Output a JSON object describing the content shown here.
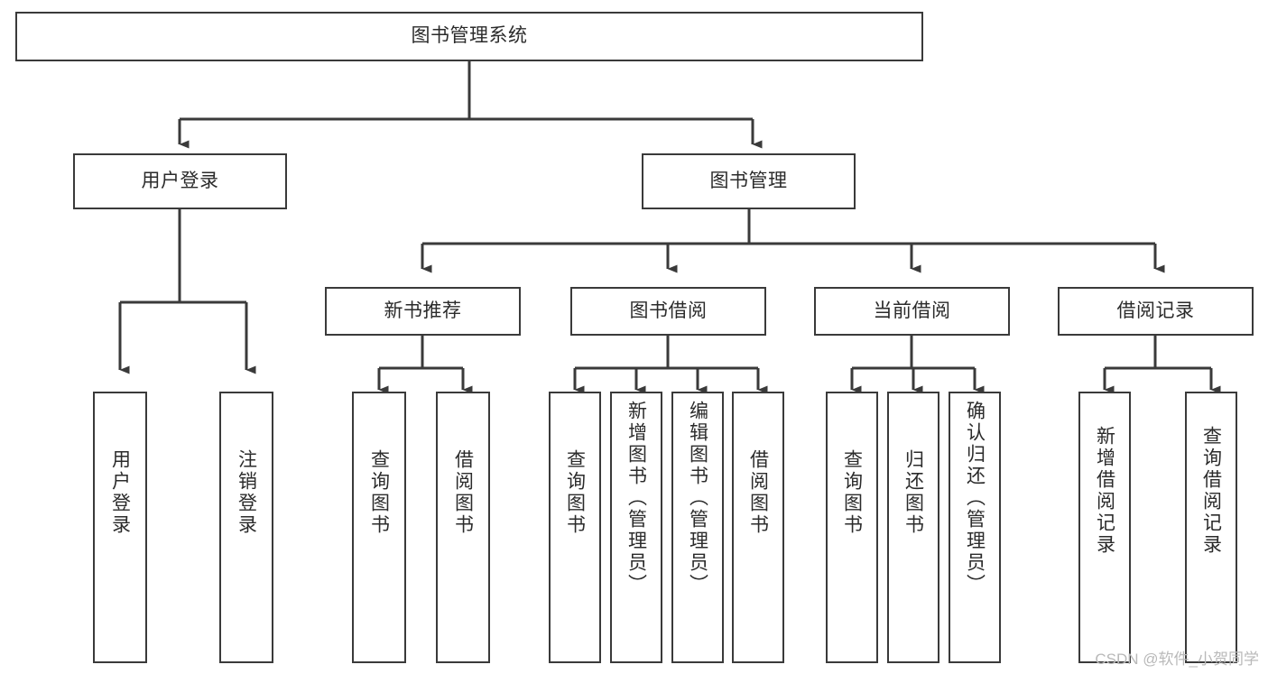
{
  "diagram": {
    "type": "tree-hierarchy",
    "title": "图书管理系统",
    "watermark": "CSDN @软件_小贺同学",
    "colors": {
      "box_border": "#3a3a3a",
      "box_fill": "#ffffff",
      "edge": "#3a3a3a",
      "text": "#2b2b2b",
      "watermark": "#b9b9b9",
      "background": "#ffffff"
    },
    "nodes": {
      "root": {
        "label": "图书管理系统"
      },
      "level2": [
        {
          "label": "用户登录"
        },
        {
          "label": "图书管理"
        }
      ],
      "level3": [
        {
          "label": "新书推荐"
        },
        {
          "label": "图书借阅"
        },
        {
          "label": "当前借阅"
        },
        {
          "label": "借阅记录"
        }
      ],
      "leaves": {
        "user_login": [
          {
            "label": "用户登录"
          },
          {
            "label": "注销登录"
          }
        ],
        "new_book_recommend": [
          {
            "label": "查询图书"
          },
          {
            "label": "借阅图书"
          }
        ],
        "book_borrow": [
          {
            "label": "查询图书"
          },
          {
            "label": "新增图书（管理员）"
          },
          {
            "label": "编辑图书（管理员）"
          },
          {
            "label": "借阅图书"
          }
        ],
        "current_borrow": [
          {
            "label": "查询图书"
          },
          {
            "label": "归还图书"
          },
          {
            "label": "确认归还（管理员）"
          }
        ],
        "borrow_record": [
          {
            "label": "新增借阅记录"
          },
          {
            "label": "查询借阅记录"
          }
        ]
      }
    }
  }
}
